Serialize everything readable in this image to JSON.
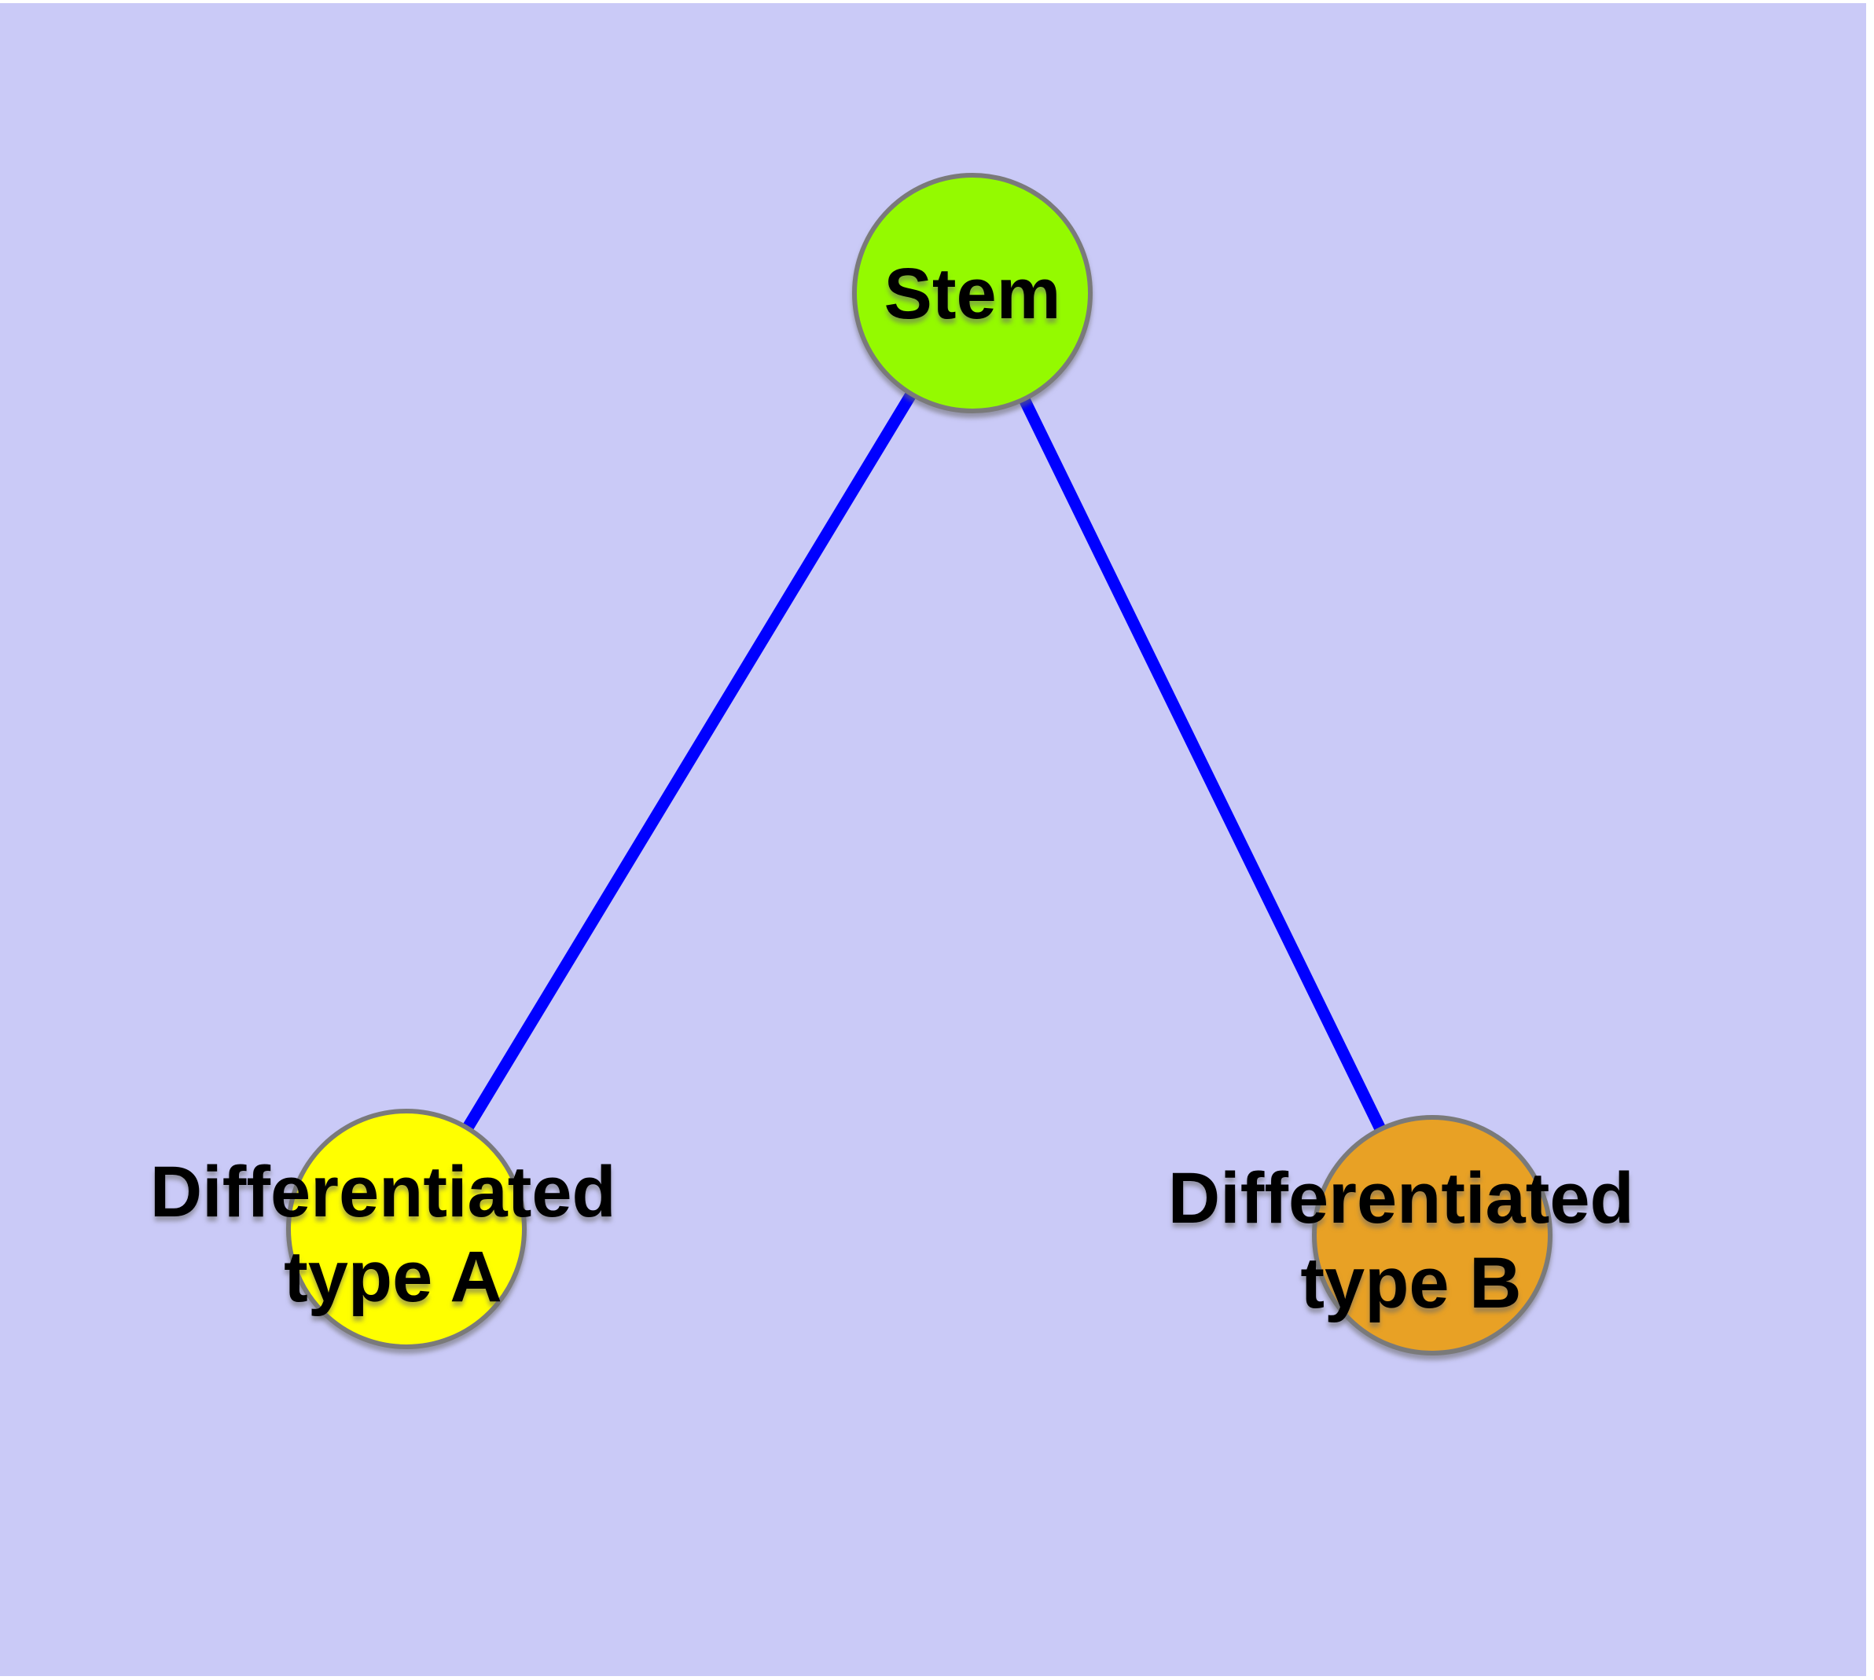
{
  "diagram": {
    "description": "Stem cell differentiation graph",
    "background_color": "#CACAF7",
    "page_margin_color": "#FFFFFF",
    "edge_color": "#0000FF",
    "node_border_color": "#7A7A7A",
    "label_color": "#000000",
    "nodes": [
      {
        "id": "stem",
        "label": "Stem",
        "fill": "#94FA00"
      },
      {
        "id": "type_a",
        "label": "Differentiated type A",
        "label_line1": "Differentiated",
        "label_line2": "type A",
        "fill": "#FFFF00"
      },
      {
        "id": "type_b",
        "label": "Differentiated type B",
        "label_line1": "Differentiated",
        "label_line2": "type B",
        "fill": "#E8A125"
      }
    ],
    "edges": [
      {
        "from": "Stem",
        "to": "Differentiated type A"
      },
      {
        "from": "Stem",
        "to": "Differentiated type B"
      }
    ]
  }
}
